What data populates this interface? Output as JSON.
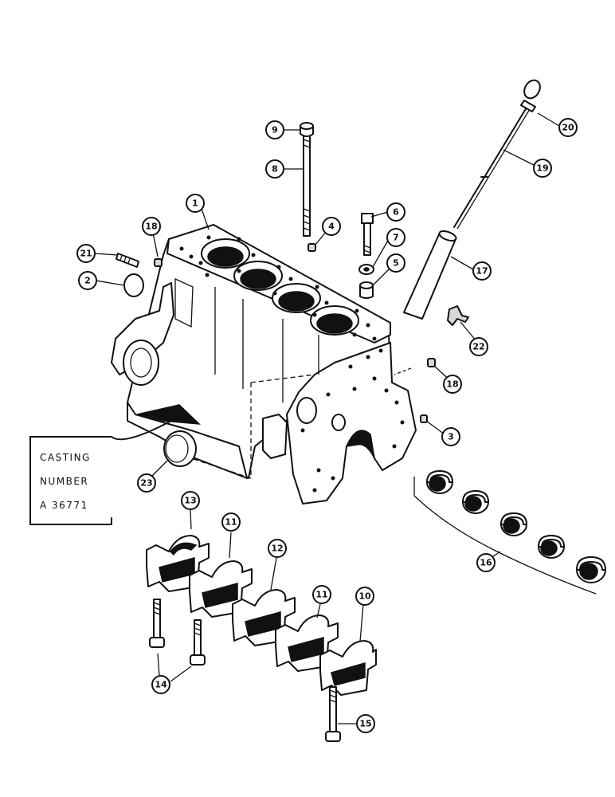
{
  "callouts": {
    "1": "1",
    "2": "2",
    "3": "3",
    "4": "4",
    "5": "5",
    "6": "6",
    "7": "7",
    "8": "8",
    "9": "9",
    "10": "10",
    "11a": "11",
    "11b": "11",
    "12": "12",
    "13": "13",
    "14": "14",
    "15": "15",
    "16": "16",
    "17": "17",
    "18a": "18",
    "18b": "18",
    "19": "19",
    "20": "20",
    "21": "21",
    "22": "22",
    "23": "23"
  },
  "casting_box": {
    "line1": "CASTING",
    "line2": "NUMBER",
    "line3": "A 36771"
  }
}
